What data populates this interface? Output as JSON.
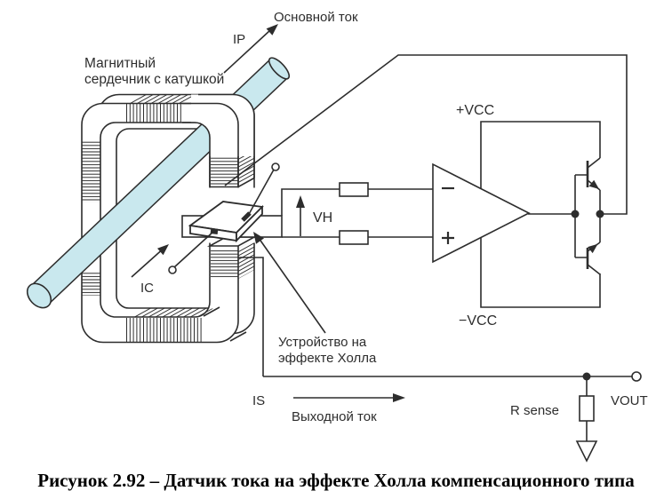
{
  "figure": {
    "caption": "Рисунок 2.92 – Датчик тока на эффекте Холла компенсационного типа",
    "labels": {
      "main_current": "Основной ток",
      "primary_current": "IP",
      "core_line1": "Магнитный",
      "core_line2": "сердечник с катушкой",
      "control_current": "IC",
      "hall_voltage": "VH",
      "vcc_plus": "+VCC",
      "vcc_minus": "−VCC",
      "hall_device_line1": "Устройство на",
      "hall_device_line2": "эффекте Холла",
      "secondary_current": "IS",
      "output_current": "Выходной ток",
      "sense_resistor": "R sense",
      "vout": "VOUT"
    },
    "colors": {
      "line": "#2d2d2d",
      "conductor": "#c9e8ee",
      "caption": "#000000"
    }
  }
}
